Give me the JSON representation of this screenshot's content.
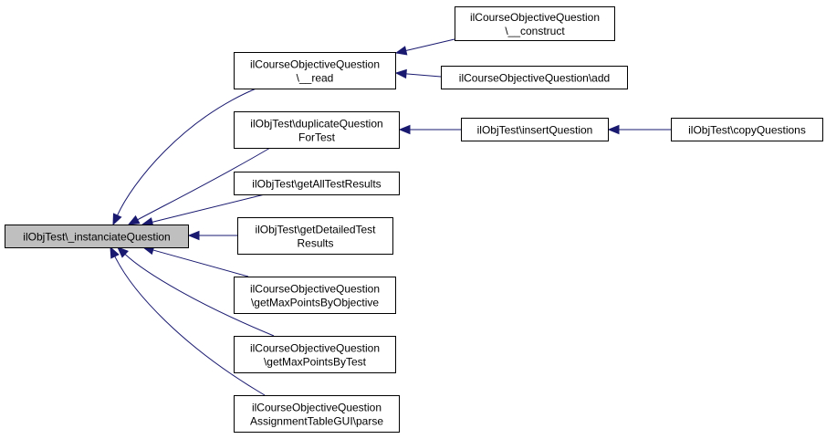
{
  "colors": {
    "edge": "#191970",
    "node_fill": "#ffffff",
    "focus_fill": "#bfbfbf",
    "border": "#000000"
  },
  "nodes": {
    "instanciate": {
      "lines": [
        "ilObjTest\\_instanciateQuestion"
      ],
      "focus": true
    },
    "read": {
      "lines": [
        "ilCourseObjectiveQuestion",
        "\\__read"
      ]
    },
    "duplicate": {
      "lines": [
        "ilObjTest\\duplicateQuestion",
        "ForTest"
      ]
    },
    "getall": {
      "lines": [
        "ilObjTest\\getAllTestResults"
      ]
    },
    "getdetailed": {
      "lines": [
        "ilObjTest\\getDetailedTest",
        "Results"
      ]
    },
    "maxobj": {
      "lines": [
        "ilCourseObjectiveQuestion",
        "\\getMaxPointsByObjective"
      ]
    },
    "maxtest": {
      "lines": [
        "ilCourseObjectiveQuestion",
        "\\getMaxPointsByTest"
      ]
    },
    "parse": {
      "lines": [
        "ilCourseObjectiveQuestion",
        "AssignmentTableGUI\\parse"
      ]
    },
    "construct": {
      "lines": [
        "ilCourseObjectiveQuestion",
        "\\__construct"
      ]
    },
    "add": {
      "lines": [
        "ilCourseObjectiveQuestion\\add"
      ]
    },
    "insert": {
      "lines": [
        "ilObjTest\\insertQuestion"
      ]
    },
    "copy": {
      "lines": [
        "ilObjTest\\copyQuestions"
      ]
    }
  }
}
